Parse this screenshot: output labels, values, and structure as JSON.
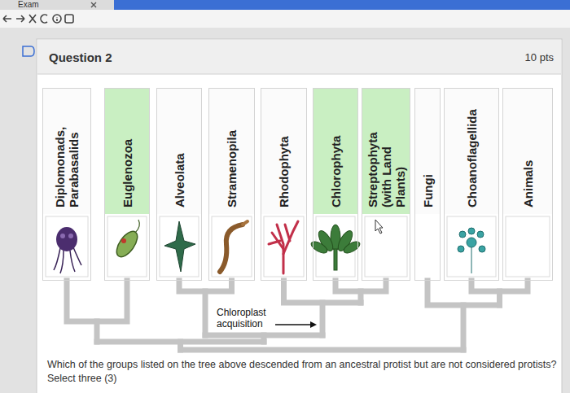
{
  "diagram": {
    "title": "Question 2",
    "caption": "Which of the groups listed on the tree above descended from an ancestral protist but are not considered protists? Select three (3)",
    "nodes": [
      {
        "text": [
          "Diplomonads, Parabasalids"
        ]
      },
      {
        "text": [
          "Euglenozoa"
        ]
      },
      {
        "text": [
          "Alveolata"
        ]
      },
      {
        "text": [
          "Stramenopila"
        ]
      },
      {
        "text": [
          "Rhodophyta"
        ]
      },
      {
        "text": [
          "Chlorophyta"
        ]
      },
      {
        "text": [
          "Streptophyta (with Land Plants)"
        ]
      },
      {
        "text": [
          "Fungi"
        ]
      },
      {
        "text": [
          "Choanoflagellida"
        ]
      },
      {
        "text": [
          "Animals"
        ]
      }
    ],
    "edges": [
      {
        "from": 0,
        "to": 1,
        "arrow": "none"
      },
      {
        "from": 2,
        "to": 3,
        "arrow": "none"
      },
      {
        "from": 5,
        "to": 6,
        "arrow": "none"
      },
      {
        "from": 8,
        "to": 9,
        "arrow": "none"
      }
    ],
    "labels": [
      "Exam",
      "10 pts",
      "Chloroplast acquisition"
    ]
  }
}
